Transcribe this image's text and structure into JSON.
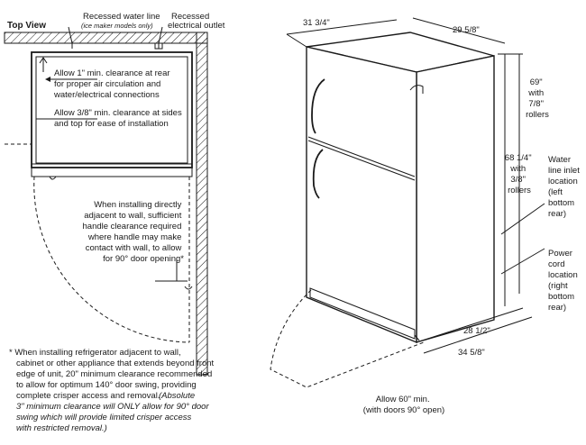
{
  "top_view": {
    "title": "Top View",
    "water_line": "Recessed water line",
    "water_line_note": "(ice maker models only)",
    "outlet_line1": "Recessed",
    "outlet_line2": "electrical outlet",
    "rear_clearance": [
      "Allow 1\" min. clearance at rear",
      "for proper air circulation and",
      "water/electrical connections"
    ],
    "side_clearance": [
      "Allow 3/8\" min. clearance at sides",
      "and top for ease of installation"
    ],
    "adjacent_note": [
      "When installing directly",
      "adjacent to wall, sufficient",
      "handle clearance required",
      "where handle may make",
      "contact with wall, to allow",
      "for 90° door opening*"
    ]
  },
  "footnote": {
    "lines": [
      "* When installing refrigerator adjacent to wall,",
      "cabinet or other appliance that extends beyond front",
      "edge of unit, 20\" minimum clearance recommended",
      "to allow for optimum 140° door swing, providing",
      "complete crisper access and removal."
    ],
    "italic_lines": [
      "(Absolute",
      "3\" minimum clearance will ONLY allow for 90° door",
      "swing which will provide limited crisper access",
      "with restricted removal.)"
    ]
  },
  "dimensions": {
    "width": "31 3/4\"",
    "depth_top": "29 5/8\"",
    "height_rollers_7_8": [
      "69\"",
      "with",
      "7/8\"",
      "rollers"
    ],
    "height_rollers_3_8": [
      "68 1/4\"",
      "with",
      "3/8\"",
      "rollers"
    ],
    "depth_bottom": "28 1/2\"",
    "depth_with_door": "34 5/8\"",
    "water_inlet": [
      "Water",
      "line inlet",
      "location",
      "(left",
      "bottom",
      "rear)"
    ],
    "power_cord": [
      "Power",
      "cord",
      "location",
      "(right",
      "bottom",
      "rear)"
    ],
    "front_clearance": [
      "Allow 60\" min.",
      "(with doors 90° open)"
    ]
  }
}
